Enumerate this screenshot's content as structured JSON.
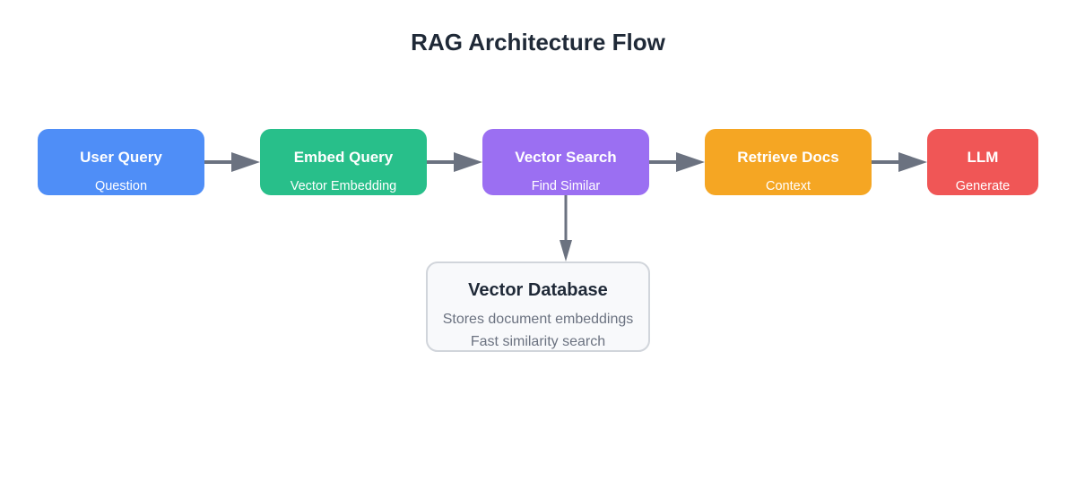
{
  "title": "RAG Architecture Flow",
  "nodes": [
    {
      "id": "user-query",
      "title": "User Query",
      "subtitle": "Question",
      "color": "#4f8ef7"
    },
    {
      "id": "embed-query",
      "title": "Embed Query",
      "subtitle": "Vector Embedding",
      "color": "#28bf8a"
    },
    {
      "id": "vector-search",
      "title": "Vector Search",
      "subtitle": "Find Similar",
      "color": "#9b6ff2"
    },
    {
      "id": "retrieve-docs",
      "title": "Retrieve Docs",
      "subtitle": "Context",
      "color": "#f5a623"
    },
    {
      "id": "llm",
      "title": "LLM",
      "subtitle": "Generate",
      "color": "#f05656"
    }
  ],
  "database": {
    "title": "Vector Database",
    "lines": [
      "Stores document embeddings",
      "Fast similarity search"
    ],
    "fill": "#f8f9fb",
    "border": "#d1d5db"
  },
  "edges": [
    {
      "from": "user-query",
      "to": "embed-query"
    },
    {
      "from": "embed-query",
      "to": "vector-search"
    },
    {
      "from": "vector-search",
      "to": "retrieve-docs"
    },
    {
      "from": "retrieve-docs",
      "to": "llm"
    },
    {
      "from": "vector-search",
      "to": "vector-database"
    }
  ],
  "arrow_color": "#6b7280"
}
